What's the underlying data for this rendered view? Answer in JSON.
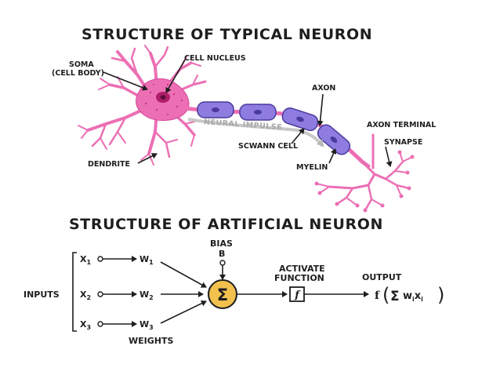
{
  "titles": {
    "biological": "STRUCTURE OF TYPICAL NEURON",
    "artificial": "STRUCTURE OF ARTIFICIAL NEURON"
  },
  "biological_labels": {
    "soma_line1": "SOMA",
    "soma_line2": "(CELL BODY)",
    "cell_nucleus": "CELL NUCLEUS",
    "axon": "AXON",
    "axon_terminal": "AXON TERMINAL",
    "synapse": "SYNAPSE",
    "neural_impulse": "NEURAL IMPULSE",
    "scwann_cell": "SCWANN CELL",
    "myelin": "MYELIN",
    "dendrite": "DENDRITE"
  },
  "artificial_labels": {
    "inputs": "INPUTS",
    "x1": "X",
    "x1_sub": "1",
    "x2": "X",
    "x2_sub": "2",
    "x3": "X",
    "x3_sub": "3",
    "w1": "W",
    "w1_sub": "1",
    "w2": "W",
    "w2_sub": "2",
    "w3": "W",
    "w3_sub": "3",
    "weights": "WEIGHTS",
    "bias": "BIAS",
    "bias_symbol": "B",
    "sum_symbol": "Σ",
    "activate_line1": "ACTIVATE",
    "activate_line2": "FUNCTION",
    "function_symbol": "f",
    "output": "OUTPUT",
    "output_f": "f",
    "output_sum": "Σ",
    "output_w": "w",
    "output_i1": "i",
    "output_x": "x",
    "output_i2": "i"
  },
  "colors": {
    "neuron_pink": "#ec6fb4",
    "neuron_pink_dark": "#d6459b",
    "nucleus": "#b01e6a",
    "myelin_purple": "#8f7ce0",
    "myelin_dark": "#4a3a9c",
    "summation_yellow": "#f2c14e",
    "text": "#1e1e1e",
    "impulse_gray": "#b8b8b8"
  }
}
